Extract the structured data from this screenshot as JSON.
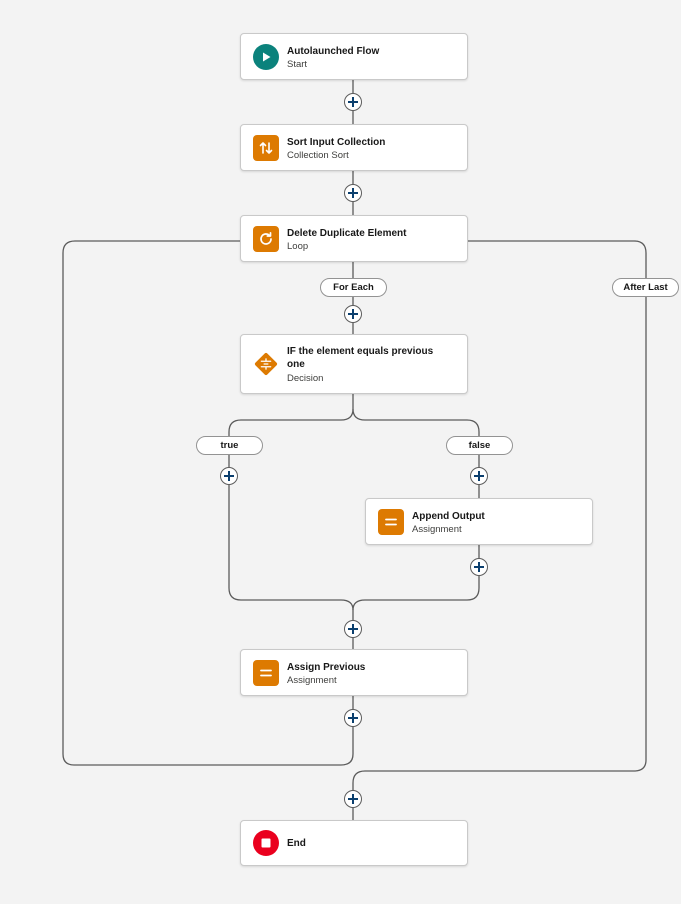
{
  "nodes": {
    "start": {
      "title": "Autolaunched Flow",
      "subtitle": "Start",
      "icon": "play-icon",
      "color": "#0b827c"
    },
    "sort": {
      "title": "Sort Input Collection",
      "subtitle": "Collection Sort",
      "icon": "sort-arrows-icon",
      "color": "#dd7a01"
    },
    "loop": {
      "title": "Delete Duplicate Element",
      "subtitle": "Loop",
      "icon": "loop-icon",
      "color": "#dd7a01"
    },
    "decision": {
      "title": "IF the element equals previous one",
      "subtitle": "Decision",
      "icon": "decision-icon",
      "color": "#dd7a01"
    },
    "append": {
      "title": "Append Output",
      "subtitle": "Assignment",
      "icon": "equals-icon",
      "color": "#dd7a01"
    },
    "assign_prev": {
      "title": "Assign Previous",
      "subtitle": "Assignment",
      "icon": "equals-icon",
      "color": "#dd7a01"
    },
    "end": {
      "title": "End",
      "subtitle": "",
      "icon": "stop-icon",
      "color": "#ea001e"
    }
  },
  "labels": {
    "for_each": "For Each",
    "after_last": "After Last",
    "true_branch": "true",
    "false_branch": "false"
  },
  "canvas": {
    "background": "#f3f3f3",
    "connector_color": "#5c5c5c",
    "add_icon_color": "#0b3f6e"
  }
}
